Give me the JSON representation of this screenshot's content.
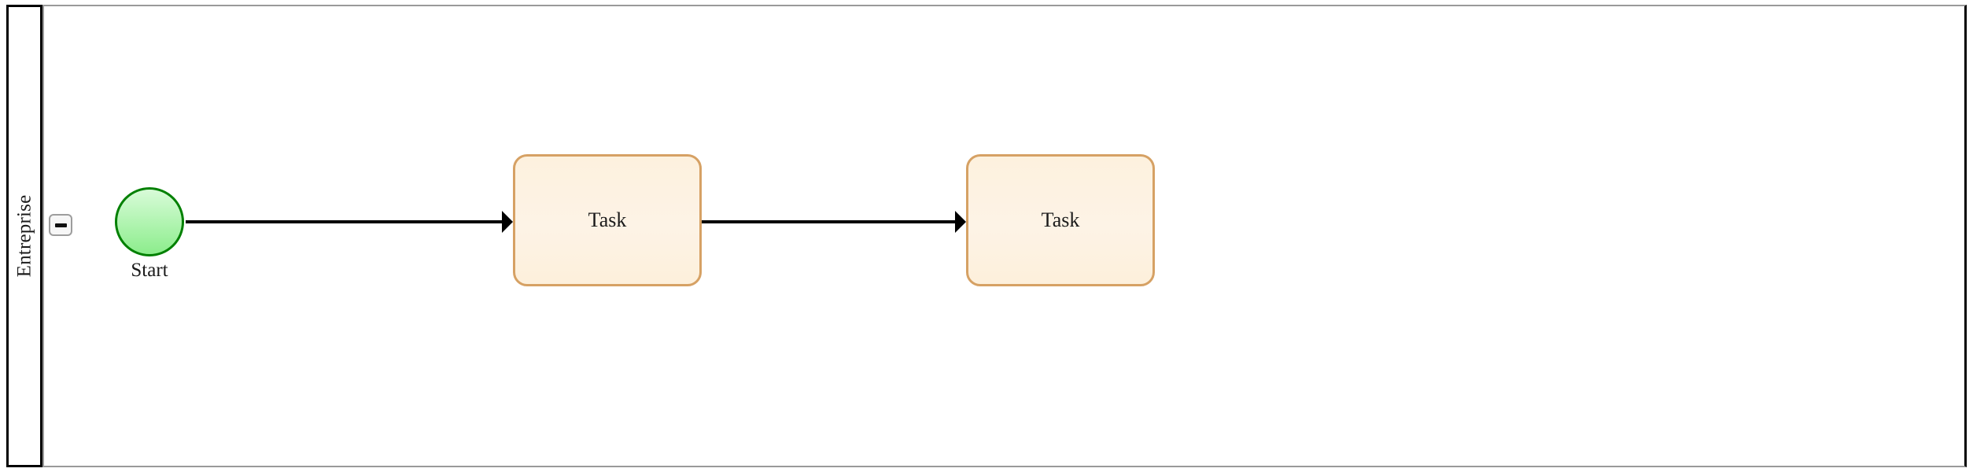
{
  "diagram": {
    "type": "bpmn-process",
    "pool": {
      "lane_label": "Entreprise",
      "collapse_button": {
        "icon": "minus-icon",
        "state": "expanded"
      }
    },
    "nodes": [
      {
        "id": "start-event",
        "kind": "start-event",
        "label": "Start",
        "shape": "circle",
        "fill_top": "#d8fbd8",
        "fill_bottom": "#8ced8c",
        "stroke": "#008000"
      },
      {
        "id": "task-1",
        "kind": "task",
        "label": "Task",
        "shape": "rounded-rect",
        "fill": "#fdf2e2",
        "stroke": "#d6a164"
      },
      {
        "id": "task-2",
        "kind": "task",
        "label": "Task",
        "shape": "rounded-rect",
        "fill": "#fdf2e2",
        "stroke": "#d6a164"
      }
    ],
    "flows": [
      {
        "id": "flow-1",
        "from": "start-event",
        "to": "task-1",
        "label": ""
      },
      {
        "id": "flow-2",
        "from": "task-1",
        "to": "task-2",
        "label": ""
      }
    ],
    "colors": {
      "pool_border": "#000000",
      "lane_border": "#9a9a9a",
      "flow_stroke": "#000000",
      "canvas_background": "#ffffff"
    }
  }
}
